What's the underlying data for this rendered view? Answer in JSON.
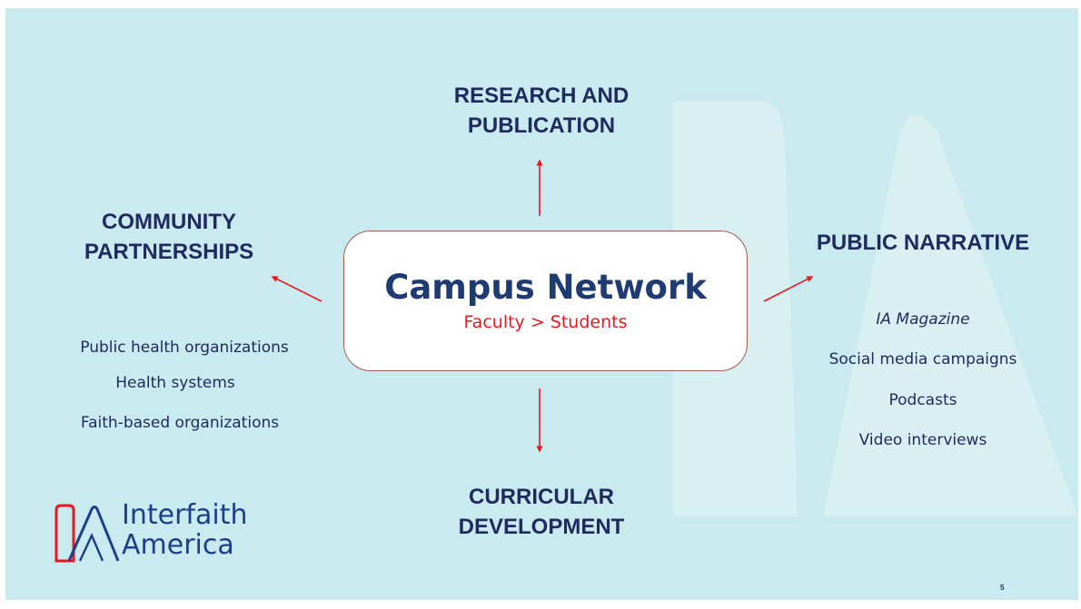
{
  "center": {
    "title": "Campus Network",
    "subtitle": "Faculty > Students"
  },
  "research": {
    "line1": "RESEARCH AND",
    "line2": "PUBLICATION"
  },
  "community": {
    "line1": "COMMUNITY",
    "line2": "PARTNERSHIPS",
    "items": [
      "Public health organizations",
      "Health systems",
      "Faith-based organizations"
    ]
  },
  "public_narrative": {
    "heading": "PUBLIC NARRATIVE",
    "items": [
      "IA Magazine",
      "Social media campaigns",
      "Podcasts",
      "Video interviews"
    ]
  },
  "curricular": {
    "line1": "CURRICULAR",
    "line2": "DEVELOPMENT"
  },
  "logo": {
    "line1": "Interfaith",
    "line2": "America"
  },
  "page_number": "5",
  "colors": {
    "background": "#c9eaee",
    "heading": "#1f2a5e",
    "accent": "#e8191e",
    "title": "#1f3b73"
  },
  "icons": {
    "watermark": "ia-watermark-icon",
    "logo": "interfaith-america-logo-icon"
  }
}
